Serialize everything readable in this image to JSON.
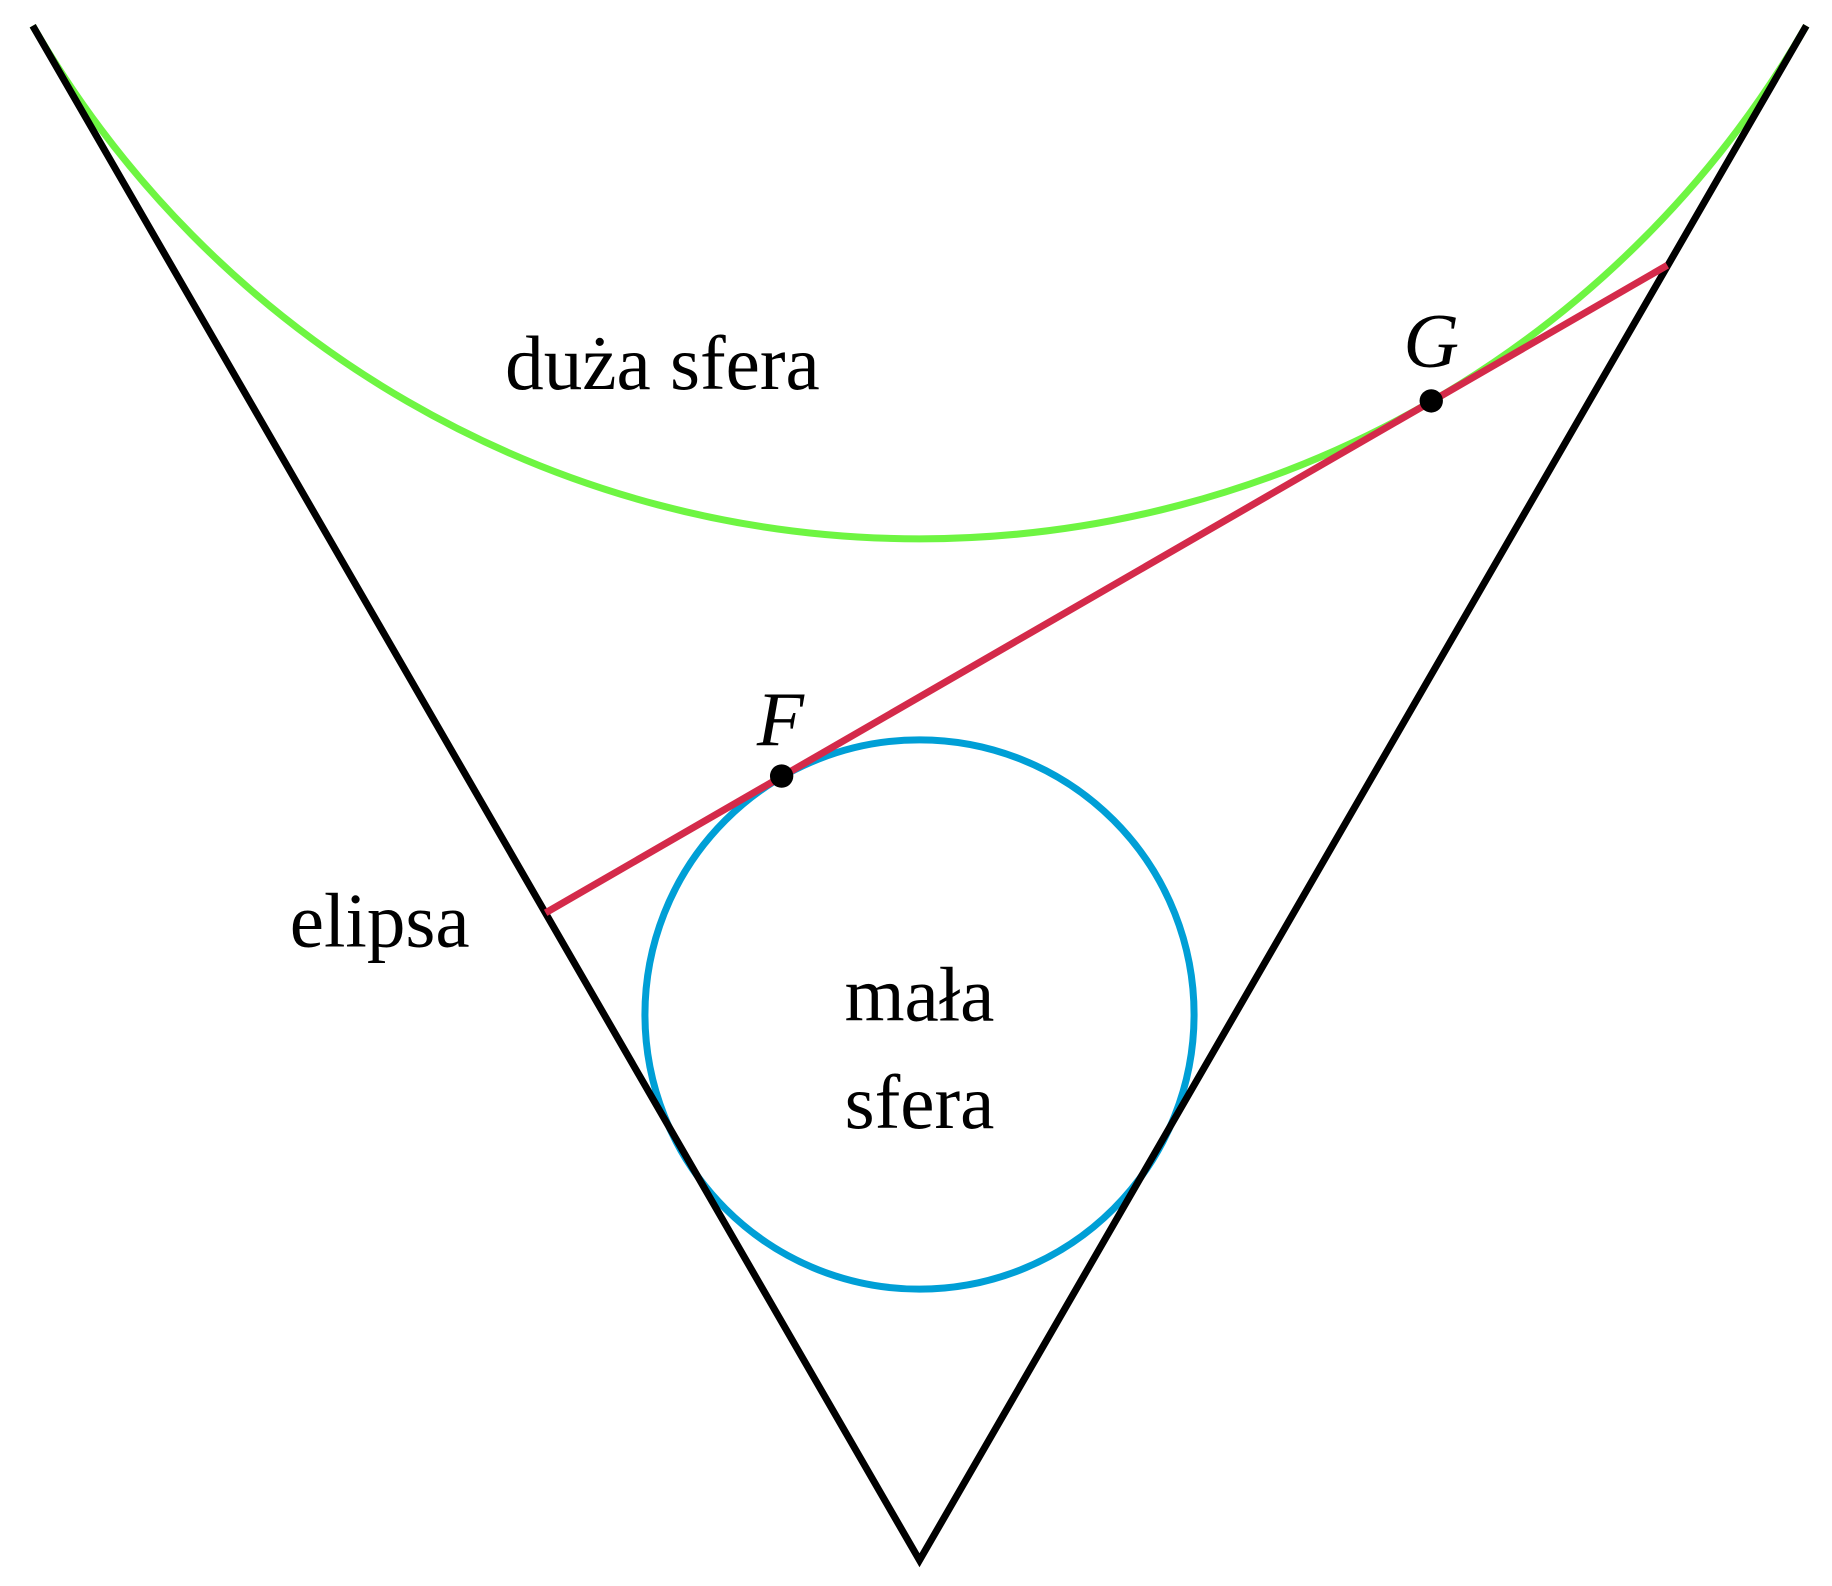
{
  "labels": {
    "big_sphere": "duża sfera",
    "ellipse": "elipsa",
    "small_sphere_line1": "mała",
    "small_sphere_line2": "sfera",
    "point_f": "F",
    "point_g": "G"
  },
  "colors": {
    "cone": "#000000",
    "big_sphere": "#6ef542",
    "small_sphere": "#009fd6",
    "ellipse_section": "#d42a4a",
    "points": "#000000"
  }
}
